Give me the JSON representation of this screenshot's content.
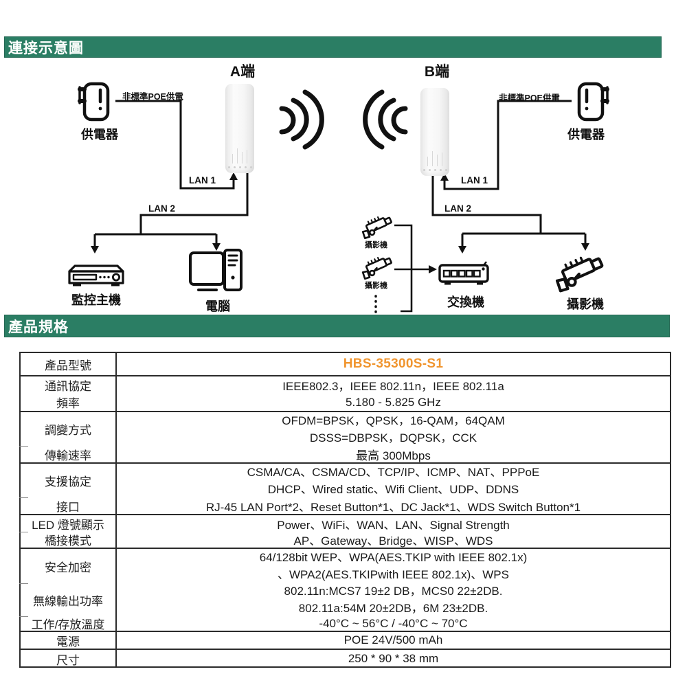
{
  "colors": {
    "banner_green": "#2b7e64",
    "model_orange": "#f0952f",
    "wire_black": "#111111"
  },
  "sections": {
    "diagram_title": "連接示意圖",
    "specs_title": "產品規格"
  },
  "diagram": {
    "side_a": {
      "title": "A端",
      "poe_label": "非標準POE供電",
      "adapter_label": "供電器",
      "lan1_label": "LAN 1",
      "lan2_label": "LAN 2",
      "dvr_label": "監控主機",
      "pc_label": "電腦"
    },
    "side_b": {
      "title": "B端",
      "poe_label": "非標準POE供電",
      "adapter_label": "供電器",
      "lan1_label": "LAN 1",
      "lan2_label": "LAN 2",
      "switch_label": "交換機",
      "camera_label": "攝影機",
      "camera1_label": "攝影機",
      "camera2_label": "攝影機"
    }
  },
  "spec_table": {
    "rows": [
      {
        "label": "產品型號",
        "value": "HBS-35300S-S1"
      },
      {
        "label": "通訊協定",
        "value": "IEEE802.3，IEEE 802.11n，IEEE 802.11a"
      },
      {
        "label": "頻率",
        "value": "5.180 - 5.825 GHz"
      },
      {
        "label": "調變方式",
        "value1": "OFDM=BPSK，QPSK，16-QAM，64QAM",
        "value2": "DSSS=DBPSK，DQPSK，CCK"
      },
      {
        "label": "傳輸速率",
        "value": "最高 300Mbps"
      },
      {
        "label": "支援協定",
        "value1": "CSMA/CA、CSMA/CD、TCP/IP、ICMP、NAT、PPPoE",
        "value2": "DHCP、Wired static、Wifi Client、UDP、DDNS"
      },
      {
        "label": "接口",
        "value": "RJ-45 LAN Port*2、Reset Button*1、DC Jack*1、WDS Switch Button*1"
      },
      {
        "label": "LED 燈號顯示",
        "value": "Power、WiFi、WAN、LAN、Signal Strength"
      },
      {
        "label": "橋接模式",
        "value": "AP、Gateway、Bridge、WISP、WDS"
      },
      {
        "label": "安全加密",
        "value1": "64/128bit WEP、WPA(AES.TKIP with IEEE 802.1x)",
        "value2": "、WPA2(AES.TKIPwith IEEE 802.1x)、WPS"
      },
      {
        "label": "無線輸出功率",
        "value1": "802.11n:MCS7 19±2 DB，MCS0 22±2DB.",
        "value2": "802.11a:54M 20±2DB，6M 23±2DB."
      },
      {
        "label": "工作/存放溫度",
        "value": "-40°C ~ 56°C / -40°C ~ 70°C"
      },
      {
        "label": "電源",
        "value": "POE 24V/500 mAh"
      },
      {
        "label": "尺寸",
        "value": "250 * 90 * 38 mm"
      }
    ]
  }
}
